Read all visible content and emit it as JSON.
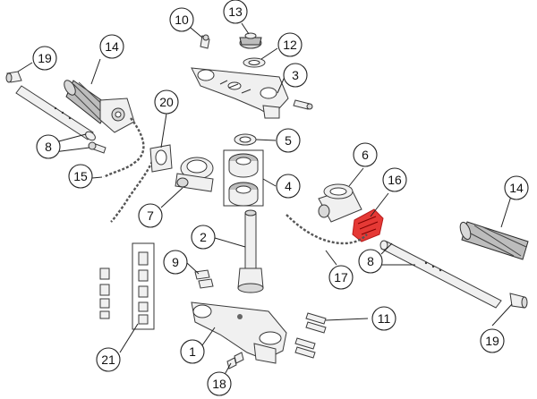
{
  "callouts": {
    "c1": "1",
    "c2": "2",
    "c3": "3",
    "c4": "4",
    "c5": "5",
    "c6": "6",
    "c7": "7",
    "c8a": "8",
    "c8b": "8",
    "c9": "9",
    "c10": "10",
    "c11": "11",
    "c12": "12",
    "c13": "13",
    "c14a": "14",
    "c14b": "14",
    "c15": "15",
    "c16": "16",
    "c17": "17",
    "c18": "18",
    "c19a": "19",
    "c19b": "19",
    "c20": "20",
    "c21": "21"
  },
  "colors": {
    "highlight": "#e53935",
    "line": "#222222"
  },
  "highlighted_part": "16"
}
